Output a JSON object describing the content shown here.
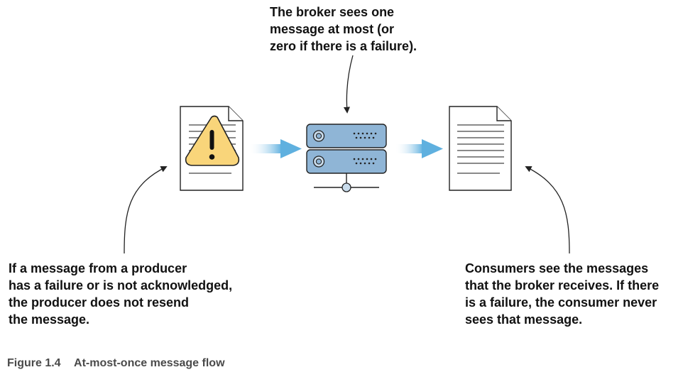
{
  "callouts": {
    "broker": {
      "lines": [
        "The broker sees one",
        "message at most (or",
        "zero if there is a failure)."
      ]
    },
    "producer": {
      "lines": [
        "If a message from a producer",
        "has a failure or is not acknowledged,",
        "the producer does not resend",
        "the message."
      ]
    },
    "consumer": {
      "lines": [
        "Consumers see the messages",
        "that the broker receives. If there",
        "is a failure, the consumer never",
        "sees that message."
      ]
    }
  },
  "figure": {
    "number": "Figure 1.4",
    "title": "At-most-once message flow"
  },
  "icons": {
    "producer_document": "document-with-warning-icon",
    "broker": "server-icon",
    "consumer_document": "document-icon",
    "flow_arrows": "arrow-right-icon"
  },
  "colors": {
    "warning_fill": "#f9d57a",
    "server_fill": "#8fb5d6",
    "flow_arrow": "#6fb8e0",
    "outline": "#222222"
  }
}
